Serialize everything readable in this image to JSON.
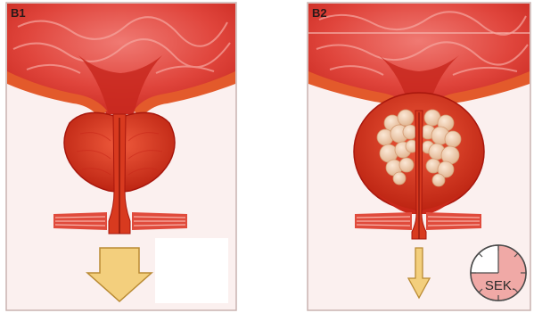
{
  "panels": [
    {
      "label": "B1"
    },
    {
      "label": "B2"
    }
  ],
  "timer": {
    "label": "SEK."
  },
  "colors": {
    "bladder": "#e7473c",
    "bladder_dark": "#b82318",
    "wall": "#e35a2b",
    "prostate": "#e23b26",
    "prostate_dark": "#a8170d",
    "nodule": "#f2d1b0",
    "arrow_fill": "#f3cf7d",
    "arrow_stroke": "#b98a33",
    "panel_bg": "#fbf0ef",
    "timer_fill": "#f0a9a6"
  }
}
